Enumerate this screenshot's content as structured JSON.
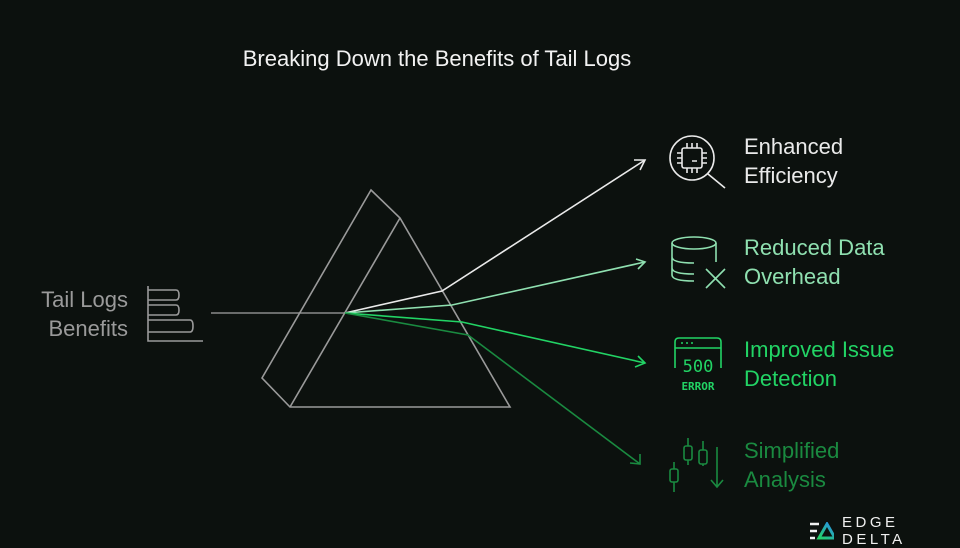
{
  "title": "Breaking Down the Benefits of Tail Logs",
  "source": {
    "line1": "Tail Logs",
    "line2": "Benefits",
    "icon": "bar-list-icon"
  },
  "benefits": [
    {
      "line1": "Enhanced",
      "line2": "Efficiency",
      "icon": "chip-search-icon",
      "color": "#eaeaea"
    },
    {
      "line1": "Reduced Data",
      "line2": "Overhead",
      "icon": "database-x-icon",
      "color": "#8fe0b0"
    },
    {
      "line1": "Improved Issue",
      "line2": "Detection",
      "icon": "error-500-icon",
      "icon_text": "500",
      "icon_subtext": "ERROR",
      "color": "#22d465"
    },
    {
      "line1": "Simplified",
      "line2": "Analysis",
      "icon": "candlestick-down-icon",
      "color": "#1a8a40"
    }
  ],
  "logo": {
    "text": "EDGE DELTA"
  }
}
